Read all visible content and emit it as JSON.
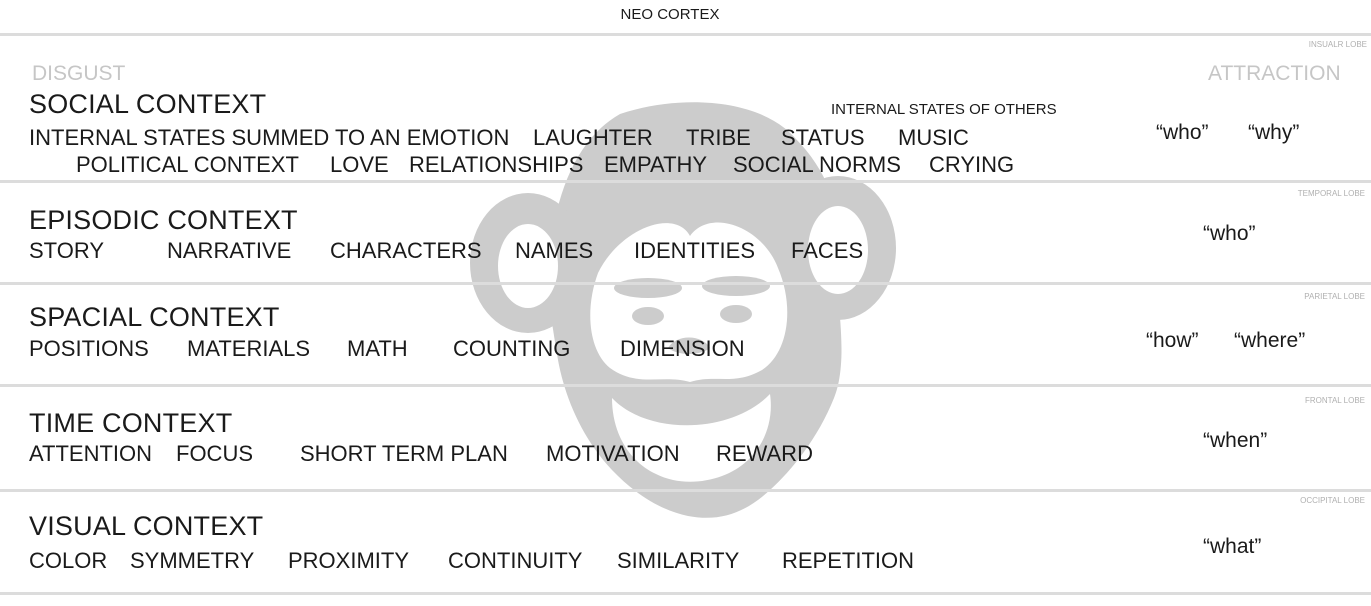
{
  "title": "NEO CORTEX",
  "emotions": {
    "left": "DISGUST",
    "right": "ATTRACTION"
  },
  "bands": [
    {
      "lobe": "INSUALR LOBE",
      "heading": "SOCIAL CONTEXT",
      "note": "INTERNAL STATES OF OTHERS",
      "terms_row1": [
        "INTERNAL STATES SUMMED TO AN EMOTION",
        "LAUGHTER",
        "TRIBE",
        "STATUS",
        "MUSIC"
      ],
      "terms_row2": [
        "POLITICAL CONTEXT",
        "LOVE",
        "RELATIONSHIPS",
        "EMPATHY",
        "SOCIAL NORMS",
        "CRYING"
      ],
      "questions": [
        "“who”",
        "“why”"
      ]
    },
    {
      "lobe": "TEMPORAL LOBE",
      "heading": "EPISODIC CONTEXT",
      "terms": [
        "STORY",
        "NARRATIVE",
        "CHARACTERS",
        "NAMES",
        "IDENTITIES",
        "FACES"
      ],
      "questions": [
        "“who”"
      ]
    },
    {
      "lobe": "PARIETAL LOBE",
      "heading": "SPACIAL CONTEXT",
      "terms": [
        "POSITIONS",
        "MATERIALS",
        "MATH",
        "COUNTING",
        "DIMENSION"
      ],
      "questions": [
        "“how”",
        "“where”"
      ]
    },
    {
      "lobe": "FRONTAL LOBE",
      "heading": "TIME CONTEXT",
      "terms": [
        "ATTENTION",
        "FOCUS",
        "SHORT TERM PLAN",
        "MOTIVATION",
        "REWARD"
      ],
      "questions": [
        "“when”"
      ]
    },
    {
      "lobe": "OCCIPITAL LOBE",
      "heading": "VISUAL CONTEXT",
      "terms": [
        "COLOR",
        "SYMMETRY",
        "PROXIMITY",
        "CONTINUITY",
        "SIMILARITY",
        "REPETITION"
      ],
      "questions": [
        "“what”"
      ]
    }
  ],
  "colors": {
    "text": "#1a1a1a",
    "divider": "#dcdcdc",
    "monkey": "#cccccc",
    "faint": "#c6c6c6"
  },
  "icons": {
    "background": "chimpanzee-face-icon"
  }
}
